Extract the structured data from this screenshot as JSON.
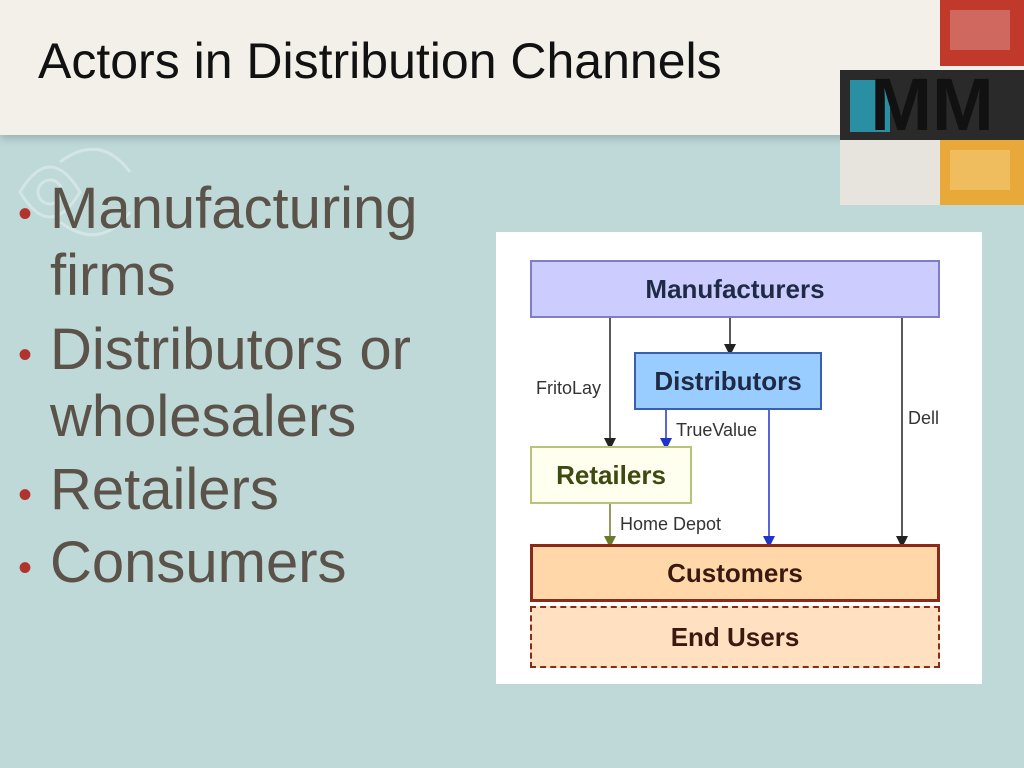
{
  "slide": {
    "title": "Actors in Distribution Channels",
    "logo_text": "MM"
  },
  "bullets": [
    {
      "text": "Manufacturing firms"
    },
    {
      "text": "Distributors or wholesalers"
    },
    {
      "text": "Retailers"
    },
    {
      "text": "Consumers"
    }
  ],
  "diagram": {
    "boxes": {
      "manufacturers": "Manufacturers",
      "distributors": "Distributors",
      "retailers": "Retailers",
      "customers": "Customers",
      "end_users": "End Users"
    },
    "edge_labels": {
      "fritolay": "FritoLay",
      "truevalue": "TrueValue",
      "dell": "Dell",
      "home_depot": "Home Depot"
    }
  },
  "colors": {
    "background": "#bfd9d9",
    "title_bar": "#f2f0e9",
    "bullet": "#b2322d",
    "body_text": "#5b5249",
    "manufacturers_fill": "#ccccff",
    "distributors_fill": "#99ccff",
    "retailers_fill": "#fffff0",
    "customers_fill": "#ffd7a8",
    "end_users_fill": "#ffe0c0"
  }
}
